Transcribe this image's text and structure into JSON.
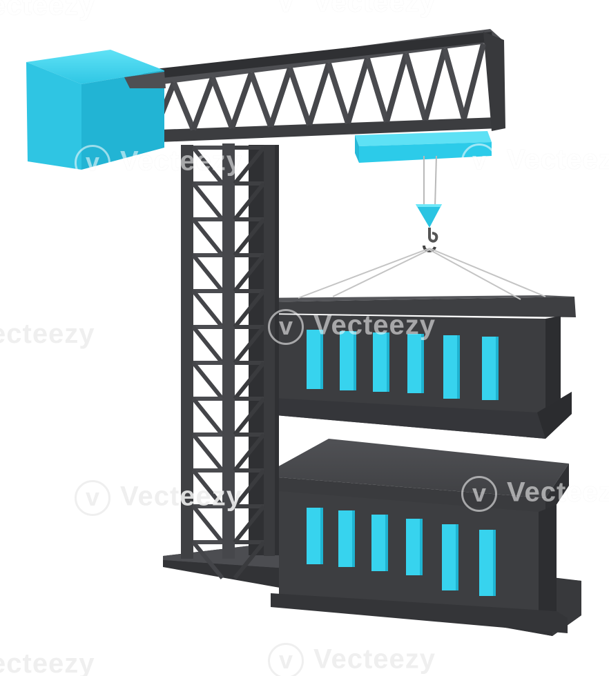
{
  "image": {
    "subject": "3d-tower-crane-lifting-container-building",
    "colors": {
      "background": "#ffffff",
      "steel_dark": "#3c3d40",
      "steel_mid": "#4a4b4e",
      "steel_light": "#56575b",
      "accent_cyan": "#37d3ee",
      "accent_cyan_dark": "#1fb4d2",
      "cable": "#c8c8c8"
    }
  },
  "watermark": {
    "text": "Vecteezy",
    "partial_text": "ecteezy"
  }
}
